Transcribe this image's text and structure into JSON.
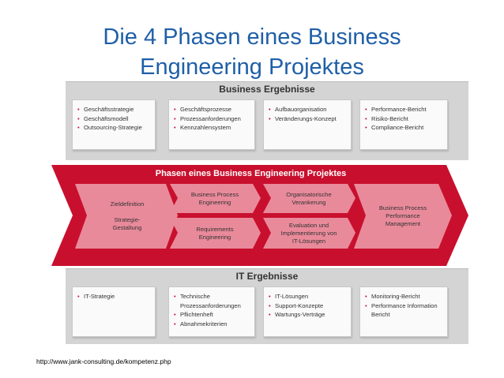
{
  "title": {
    "line1": "Die 4 Phasen eines Business",
    "line2": "Engineering Projektes"
  },
  "business": {
    "heading": "Business Ergebnisse",
    "columns": [
      [
        "Geschäftsstrategie",
        "Geschäftsmodell",
        "Outsourcing-Strategie"
      ],
      [
        "Geschäftsprozesse",
        "Prozessanforderungen",
        "Kennzahlensystem"
      ],
      [
        "Aufbauorganisation",
        "Veränderungs-Konzept"
      ],
      [
        "Performance-Bericht",
        "Risiko-Bericht",
        "Compliance-Bericht"
      ]
    ]
  },
  "phases": {
    "heading": "Phasen eines Business Engineering Projektes",
    "p1": {
      "a": "Zieldefinition",
      "b1": "Strategie-",
      "b2": "Gestaltung"
    },
    "p2a": {
      "l1": "Business Process",
      "l2": "Engineering"
    },
    "p2b": {
      "l1": "Requirements",
      "l2": "Engineering"
    },
    "p3a": {
      "l1": "Organisatorische",
      "l2": "Verankerung"
    },
    "p3b": {
      "l1": "Evaluation und",
      "l2": "Implementierung von",
      "l3": "IT-Lösungen"
    },
    "p4": {
      "l1": "Business Process",
      "l2": "Performance",
      "l3": "Management"
    },
    "colors": {
      "dark": "#c8102e",
      "mid": "#d9415a",
      "light": "#e98a9b"
    }
  },
  "it": {
    "heading": "IT Ergebnisse",
    "columns": [
      [
        "IT-Strategie"
      ],
      [
        "Technische Prozessanforderungen",
        "Pflichtenheft",
        "Abnahmekriterien"
      ],
      [
        "IT-Lösungen",
        "Support-Konzepte",
        "Wartungs-Verträge"
      ],
      [
        "Monitoring-Bericht",
        "Performance Information Bericht"
      ]
    ]
  },
  "source": "http://www.jank-consulting.de/kompetenz.php"
}
